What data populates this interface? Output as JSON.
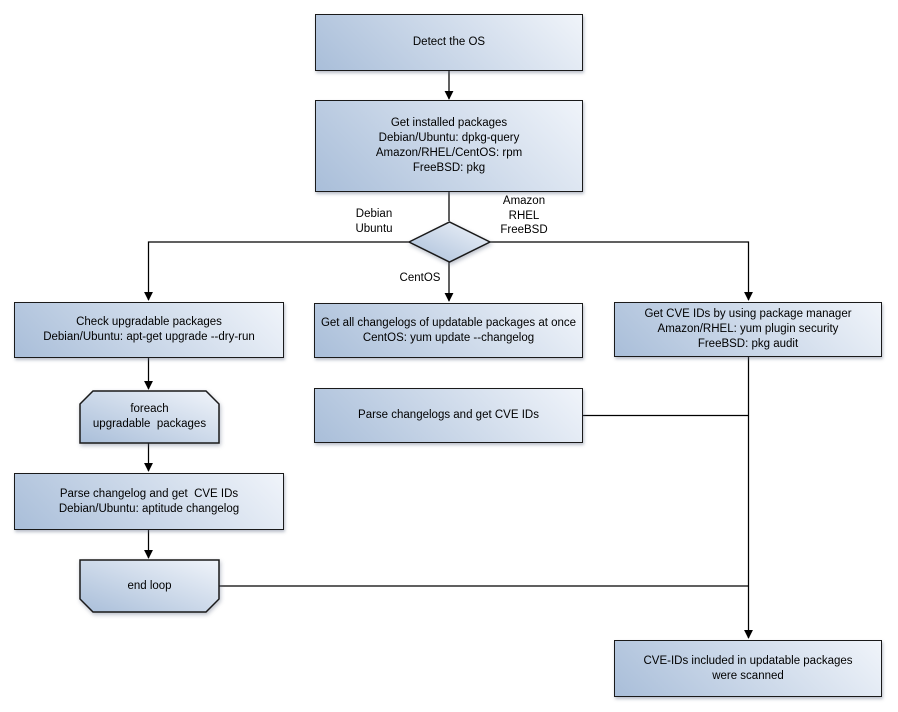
{
  "diagram": {
    "title": "OS package vulnerability scan flowchart",
    "colors": {
      "node_fill_dark": "#a9bed9",
      "node_fill_light": "#f0f4fa",
      "node_border": "#1a1a1a",
      "line": "#000000"
    },
    "nodes": {
      "detect_os": {
        "lines": [
          "Detect the OS"
        ]
      },
      "get_installed": {
        "lines": [
          "Get installed packages",
          "Debian/Ubuntu: dpkg-query",
          "Amazon/RHEL/CentOS: rpm",
          "FreeBSD: pkg"
        ]
      },
      "check_upgradable": {
        "lines": [
          "Check upgradable packages",
          "Debian/Ubuntu: apt-get upgrade --dry-run"
        ]
      },
      "foreach_loop": {
        "lines": [
          "foreach",
          "upgradable  packages"
        ]
      },
      "parse_changelog": {
        "lines": [
          "Parse changelog and get  CVE IDs",
          "Debian/Ubuntu: aptitude changelog"
        ]
      },
      "end_loop": {
        "lines": [
          "end loop"
        ]
      },
      "get_changelogs": {
        "lines": [
          "Get all changelogs of updatable packages at once",
          "CentOS: yum update --changelog"
        ]
      },
      "parse_changelogs": {
        "lines": [
          "Parse changelogs and get CVE IDs"
        ]
      },
      "get_cve_ids": {
        "lines": [
          "Get CVE IDs by using package manager",
          "Amazon/RHEL: yum plugin security",
          "FreeBSD: pkg audit"
        ]
      },
      "scanned": {
        "lines": [
          "CVE-IDs included in updatable packages",
          "were scanned"
        ]
      }
    },
    "edge_labels": {
      "debian_ubuntu": [
        "Debian",
        "Ubuntu"
      ],
      "amazon_rhel_freebsd": [
        "Amazon",
        "RHEL",
        "FreeBSD"
      ],
      "centos": [
        "CentOS"
      ]
    }
  }
}
